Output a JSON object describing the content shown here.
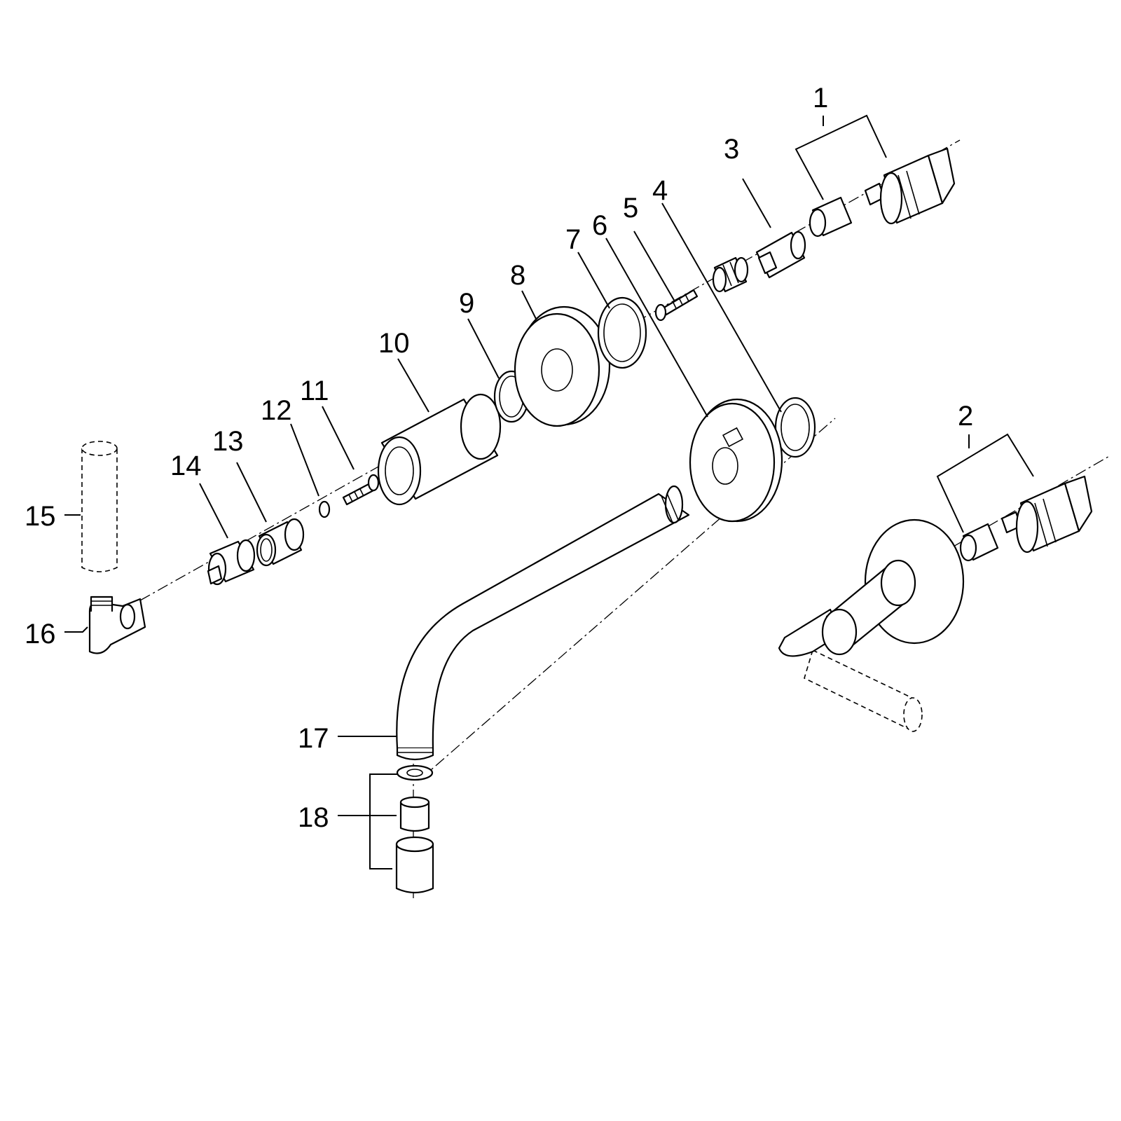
{
  "diagram": {
    "type": "exploded-parts-view",
    "labels": [
      "1",
      "2",
      "3",
      "4",
      "5",
      "6",
      "7",
      "8",
      "9",
      "10",
      "11",
      "12",
      "13",
      "14",
      "15",
      "16",
      "17",
      "18"
    ]
  }
}
